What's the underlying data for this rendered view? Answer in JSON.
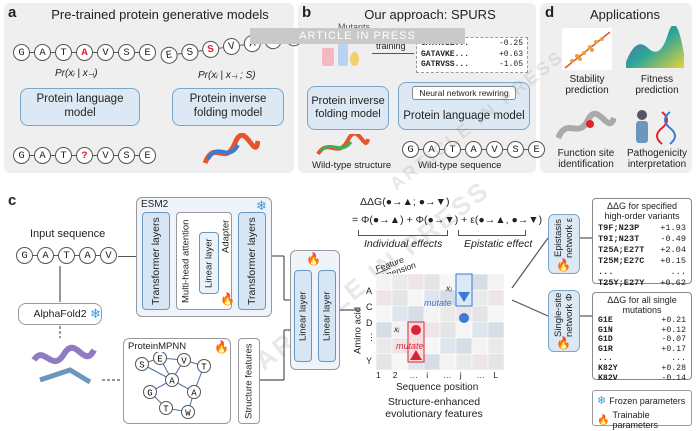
{
  "watermark": "ARTICLE IN PRESS",
  "panel_a": {
    "label": "a",
    "title": "Pre-trained protein generative models",
    "chain_top": [
      "G",
      "A",
      "T",
      "A",
      "V",
      "S",
      "E"
    ],
    "chain_bottom": [
      "G",
      "A",
      "T",
      "?",
      "V",
      "S",
      "E"
    ],
    "prob_left": "Pr(xᵢ | x₋ᵢ)",
    "plm_label": "Protein language model",
    "prob_right": "Pr(xᵢ | x₋ᵢ ; S)",
    "pif_label": "Protein inverse folding model",
    "chain_right": [
      "E",
      "S",
      "S",
      "V",
      "A",
      "T",
      "G"
    ]
  },
  "panel_b": {
    "label": "b",
    "title": "Our approach: SPURS",
    "mutants_header": "Mutants",
    "training": "training",
    "mutant_rows": [
      {
        "seq": "GATAVSE...",
        "val": "-0.25"
      },
      {
        "seq": "GATAVKE...",
        "val": "+0.63"
      },
      {
        "seq": "GATRVSS...",
        "val": "-1.05"
      }
    ],
    "pif_label": "Protein inverse folding model",
    "rewire_label": "Neural network rewiring",
    "plm_label": "Protein language model",
    "wt_structure": "Wild-type structure",
    "wt_sequence": "Wild-type sequence",
    "chain": [
      "G",
      "A",
      "T",
      "A",
      "V",
      "S",
      "E"
    ]
  },
  "panel_d": {
    "label": "d",
    "title": "Applications",
    "apps": [
      "Stability prediction",
      "Fitness prediction",
      "Function site identification",
      "Pathogenicity interpretation"
    ]
  },
  "panel_c": {
    "label": "c",
    "input_label": "Input sequence",
    "input_chain": [
      "G",
      "A",
      "T",
      "A",
      "V"
    ],
    "esm2": "ESM2",
    "transformer1": "Transformer layers",
    "mha": "Multi-head attention",
    "linear1": "Linear layer",
    "adapter": "Adapter",
    "transformer2": "Transformer layers",
    "alphafold": "AlphaFold2",
    "proteinmpnn": "ProteinMPNN",
    "graph_nodes": [
      "S",
      "E",
      "V",
      "T",
      "A",
      "G",
      "A",
      "T",
      "W"
    ],
    "structure_features": "Structure features",
    "linear2": "Linear layer",
    "linear3": "Linear layer",
    "ddg_equation": "ΔΔG(●→▲; ●→▼)",
    "equation_parts": "= Φ(●→▲) + Φ(●→▼) + ε(●→▲, ●→▼)",
    "individual_effects": "Individual effects",
    "epistatic_effect": "Epistatic effect",
    "feature_dimension": "Feature dimension",
    "amino_acid": "Amino acid",
    "aa_ticks": [
      "A",
      "C",
      "D",
      "⋮",
      "Y"
    ],
    "pos_ticks": [
      "1",
      "2",
      "…",
      "i",
      "…",
      "j",
      "…",
      "L"
    ],
    "sequence_position": "Sequence position",
    "mutate1": "mutate",
    "mutate2": "mutate",
    "xi": "xᵢ",
    "xj": "xⱼ",
    "caption": "Structure-enhanced evolutionary features",
    "epistasis_net": "Epistasis network ε",
    "single_net": "Single-site network Φ",
    "higher_title": "ΔΔG for specified high-order variants",
    "higher_rows": [
      {
        "mut": "T9F;N23P",
        "val": "+1.93"
      },
      {
        "mut": "T9I;N23T",
        "val": "-0.49"
      },
      {
        "mut": "T25A;E27T",
        "val": "+2.04"
      },
      {
        "mut": "T25M;E27C",
        "val": "+0.15"
      },
      {
        "mut": "...",
        "val": "..."
      },
      {
        "mut": "T25Y;E27Y",
        "val": "+0.62"
      }
    ],
    "single_title": "ΔΔG for all single mutations",
    "single_rows": [
      {
        "mut": "G1E",
        "val": "+0.21"
      },
      {
        "mut": "G1N",
        "val": "+0.12"
      },
      {
        "mut": "G1D",
        "val": "-0.07"
      },
      {
        "mut": "G1R",
        "val": "+0.17"
      },
      {
        "mut": "...",
        "val": "..."
      },
      {
        "mut": "K82Y",
        "val": "+0.28"
      },
      {
        "mut": "K82V",
        "val": "-0.14"
      }
    ],
    "legend_frozen": "Frozen parameters",
    "legend_trainable": "Trainable parameters"
  },
  "colors": {
    "accent_blue": "#dce9f5",
    "flame": "#f07a1a",
    "snow": "#3a9ad9",
    "mutation_red": "#d23"
  }
}
